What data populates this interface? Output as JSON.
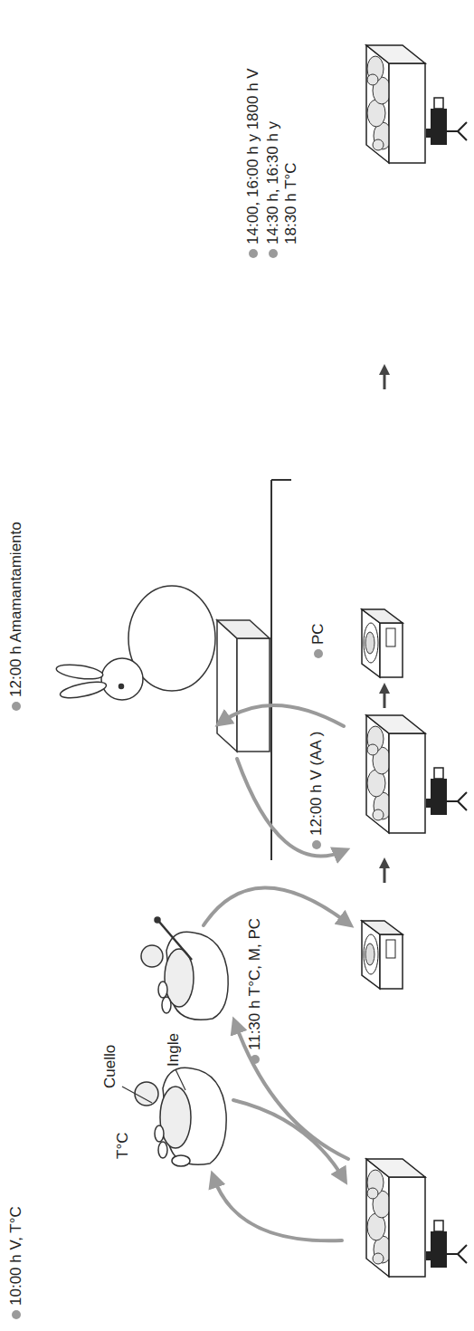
{
  "diagram": {
    "labels": [
      "10:00 h V, T°C",
      "T°C",
      "Cuello",
      "Ingle",
      "11:30 h T°C, M, PC",
      "12:00 h V (AA )",
      "12:00 h Amamantamiento",
      "PC",
      "14:00, 16:00 h y 1800 h V",
      "14:30 h, 16:30 h y 18:30 h T°C"
    ]
  }
}
